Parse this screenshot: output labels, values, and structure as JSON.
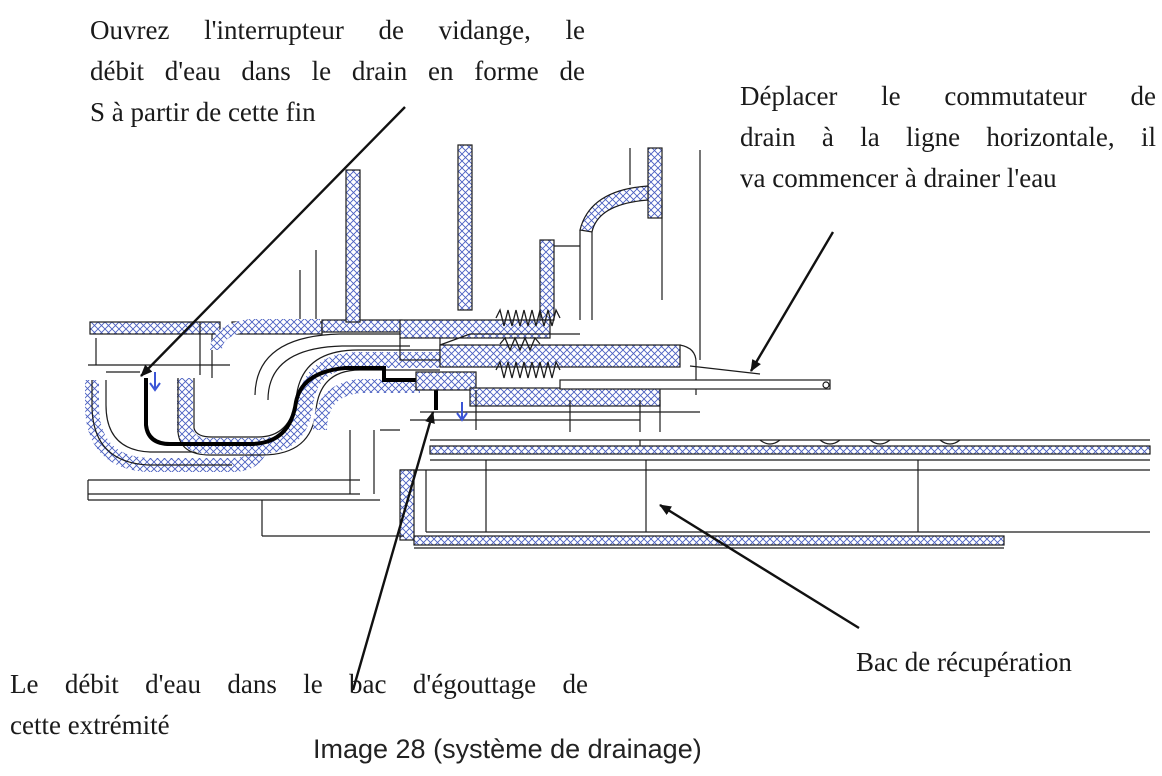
{
  "annotations": {
    "open_switch": {
      "lines": [
        "Ouvrez l'interrupteur de vidange, le",
        "débit d'eau dans le drain en forme de",
        "S à partir de cette fin"
      ]
    },
    "move_switch": {
      "lines": [
        "Déplacer le commutateur de",
        "drain à la ligne horizontale, il",
        "va commencer à drainer l'eau"
      ]
    },
    "water_flow": {
      "lines": [
        "Le débit d'eau dans le bac d'égouttage de",
        "cette extrémité"
      ]
    },
    "drip_tray": {
      "text": "Bac de récupération"
    }
  },
  "caption": "Image 28 (système de drainage)",
  "colors": {
    "hatch": "#4a5fc1",
    "line": "#1c1c1c",
    "arrow": "#111111",
    "flow_arrow": "#3b55d6"
  }
}
